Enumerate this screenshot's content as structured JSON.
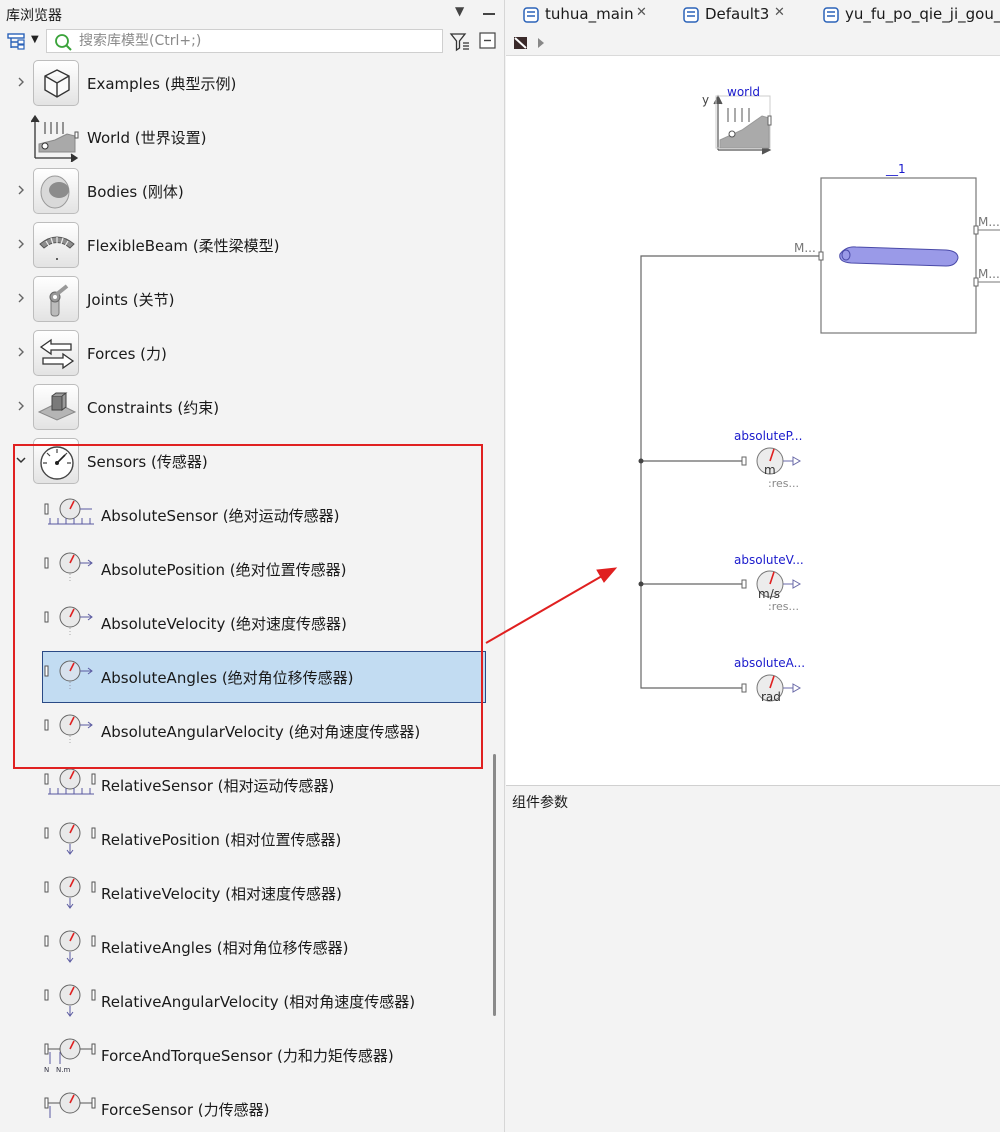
{
  "library": {
    "title": "库浏览器",
    "search_placeholder": "搜索库模型(Ctrl+;)",
    "items": [
      {
        "label": "Examples (典型示例)",
        "expandable": true
      },
      {
        "label": "World (世界设置)",
        "expandable": false
      },
      {
        "label": "Bodies (刚体)",
        "expandable": true
      },
      {
        "label": "FlexibleBeam (柔性梁模型)",
        "expandable": true
      },
      {
        "label": "Joints (关节)",
        "expandable": true
      },
      {
        "label": "Forces (力)",
        "expandable": true
      },
      {
        "label": "Constraints (约束)",
        "expandable": true
      },
      {
        "label": "Sensors (传感器)",
        "expandable": true,
        "expanded": true
      }
    ],
    "sensors": [
      {
        "label": "AbsoluteSensor (绝对运动传感器)"
      },
      {
        "label": "AbsolutePosition (绝对位置传感器)"
      },
      {
        "label": "AbsoluteVelocity (绝对速度传感器)"
      },
      {
        "label": "AbsoluteAngles (绝对角位移传感器)",
        "selected": true
      },
      {
        "label": "AbsoluteAngularVelocity (绝对角速度传感器)"
      },
      {
        "label": "RelativeSensor (相对运动传感器)"
      },
      {
        "label": "RelativePosition (相对位置传感器)"
      },
      {
        "label": "RelativeVelocity (相对速度传感器)"
      },
      {
        "label": "RelativeAngles (相对角位移传感器)"
      },
      {
        "label": "RelativeAngularVelocity (相对角速度传感器)"
      },
      {
        "label": "ForceAndTorqueSensor (力和力矩传感器)"
      },
      {
        "label": "ForceSensor (力传感器)"
      }
    ],
    "sensor_icon_units": {
      "force": "N",
      "torque": "N.m"
    }
  },
  "editor": {
    "tabs": [
      {
        "label": "tuhua_main",
        "closable": true
      },
      {
        "label": "Default3",
        "closable": true
      },
      {
        "label": "yu_fu_po_qie_ji_gou_"
      }
    ],
    "diagram": {
      "world": {
        "name": "world",
        "axis": "y"
      },
      "body": {
        "name": "__1",
        "port_left": "M...",
        "port_right_1": "M...",
        "port_right_2": "M..."
      },
      "sensors": [
        {
          "name": "absoluteP...",
          "unit": "m",
          "sub": ":res..."
        },
        {
          "name": "absoluteV...",
          "unit": "m/s",
          "sub": ":res..."
        },
        {
          "name": "absoluteA...",
          "unit": "rad"
        }
      ]
    },
    "params_title": "组件参数"
  },
  "colors": {
    "selection": "#c2dcf2",
    "highlight_box": "#e02020",
    "component_label": "#1a1acc",
    "beam": "#9a9ae8"
  }
}
